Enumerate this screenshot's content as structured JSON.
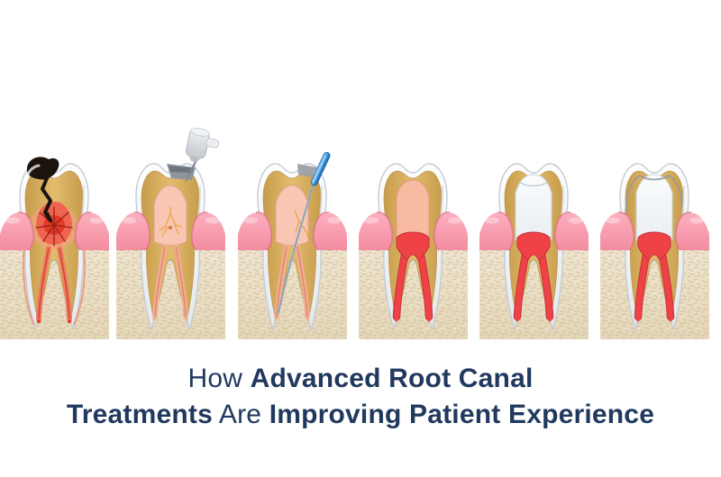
{
  "title": {
    "color": "#21395e",
    "lines": [
      [
        {
          "t": "How ",
          "b": 0
        },
        {
          "t": "Advanced Root Canal",
          "b": 1
        }
      ],
      [
        {
          "t": "Treatments",
          "b": 1
        },
        {
          "t": " Are ",
          "b": 0
        },
        {
          "t": "Improving Patient Experience",
          "b": 1
        }
      ]
    ]
  },
  "illustration": {
    "stages": [
      {
        "name": "infected-tooth"
      },
      {
        "name": "drill-access-opening"
      },
      {
        "name": "file-cleaning-shaping"
      },
      {
        "name": "canal-filling"
      },
      {
        "name": "sealed-tooth"
      },
      {
        "name": "crown-restoration"
      }
    ]
  },
  "palette": {
    "background": "#ffffff",
    "title_navy": "#21395e",
    "bone_light": "#f0e7d3",
    "bone_dark": "#e4d6b8",
    "bone_speckle": "#cdbb95",
    "bone_speckle2": "#c2af87",
    "bone_fleck": "#f8f3e7",
    "gum_base": "#f48ca0",
    "gum_light": "#fbb0bf",
    "gum_dark": "#dd6781",
    "enamel_light": "#fcfdfe",
    "enamel_dark": "#e4e8ec",
    "enamel_stroke": "#c6ccd2",
    "dentin_light": "#e2bc6d",
    "dentin_dark": "#c79c4c",
    "dentin_stroke": "#bd9449",
    "pulp_inflamed": "#ef6450",
    "pulp_core": "#e23a28",
    "pulp_glow": "#f7a183",
    "pulp_pale": "#f8c6b2",
    "pulp_pale_stroke": "#e2a38d",
    "canal_pale": "#f2ae96",
    "canal_pale_line": "#dd8468",
    "canal_infected": "#ef7b63",
    "canal_infected_line": "#cf4335",
    "canal_red": "#ee4247",
    "canal_red_dark": "#c5333a",
    "nerve_orange": "#eaa43e",
    "nerve_dark": "#9b1f16",
    "cavity_black": "#1a130e",
    "chamber_peach": "#f7bba2",
    "chamber_peach_stroke": "#e09a82",
    "filling_light": "#fafcfd",
    "filling_dark": "#e9edf1",
    "filling_stroke": "#ccd3d9",
    "drill_steel_light": "#eef0f2",
    "drill_steel_dark": "#c3c9cf",
    "drill_shaft": "#7d858d",
    "file_blue_light": "#8ecdf4",
    "file_blue": "#3d93d8",
    "file_blue_dark": "#1e67ad",
    "file_metal": "#abbfcc",
    "crown_cap_line": "#939ba3"
  }
}
